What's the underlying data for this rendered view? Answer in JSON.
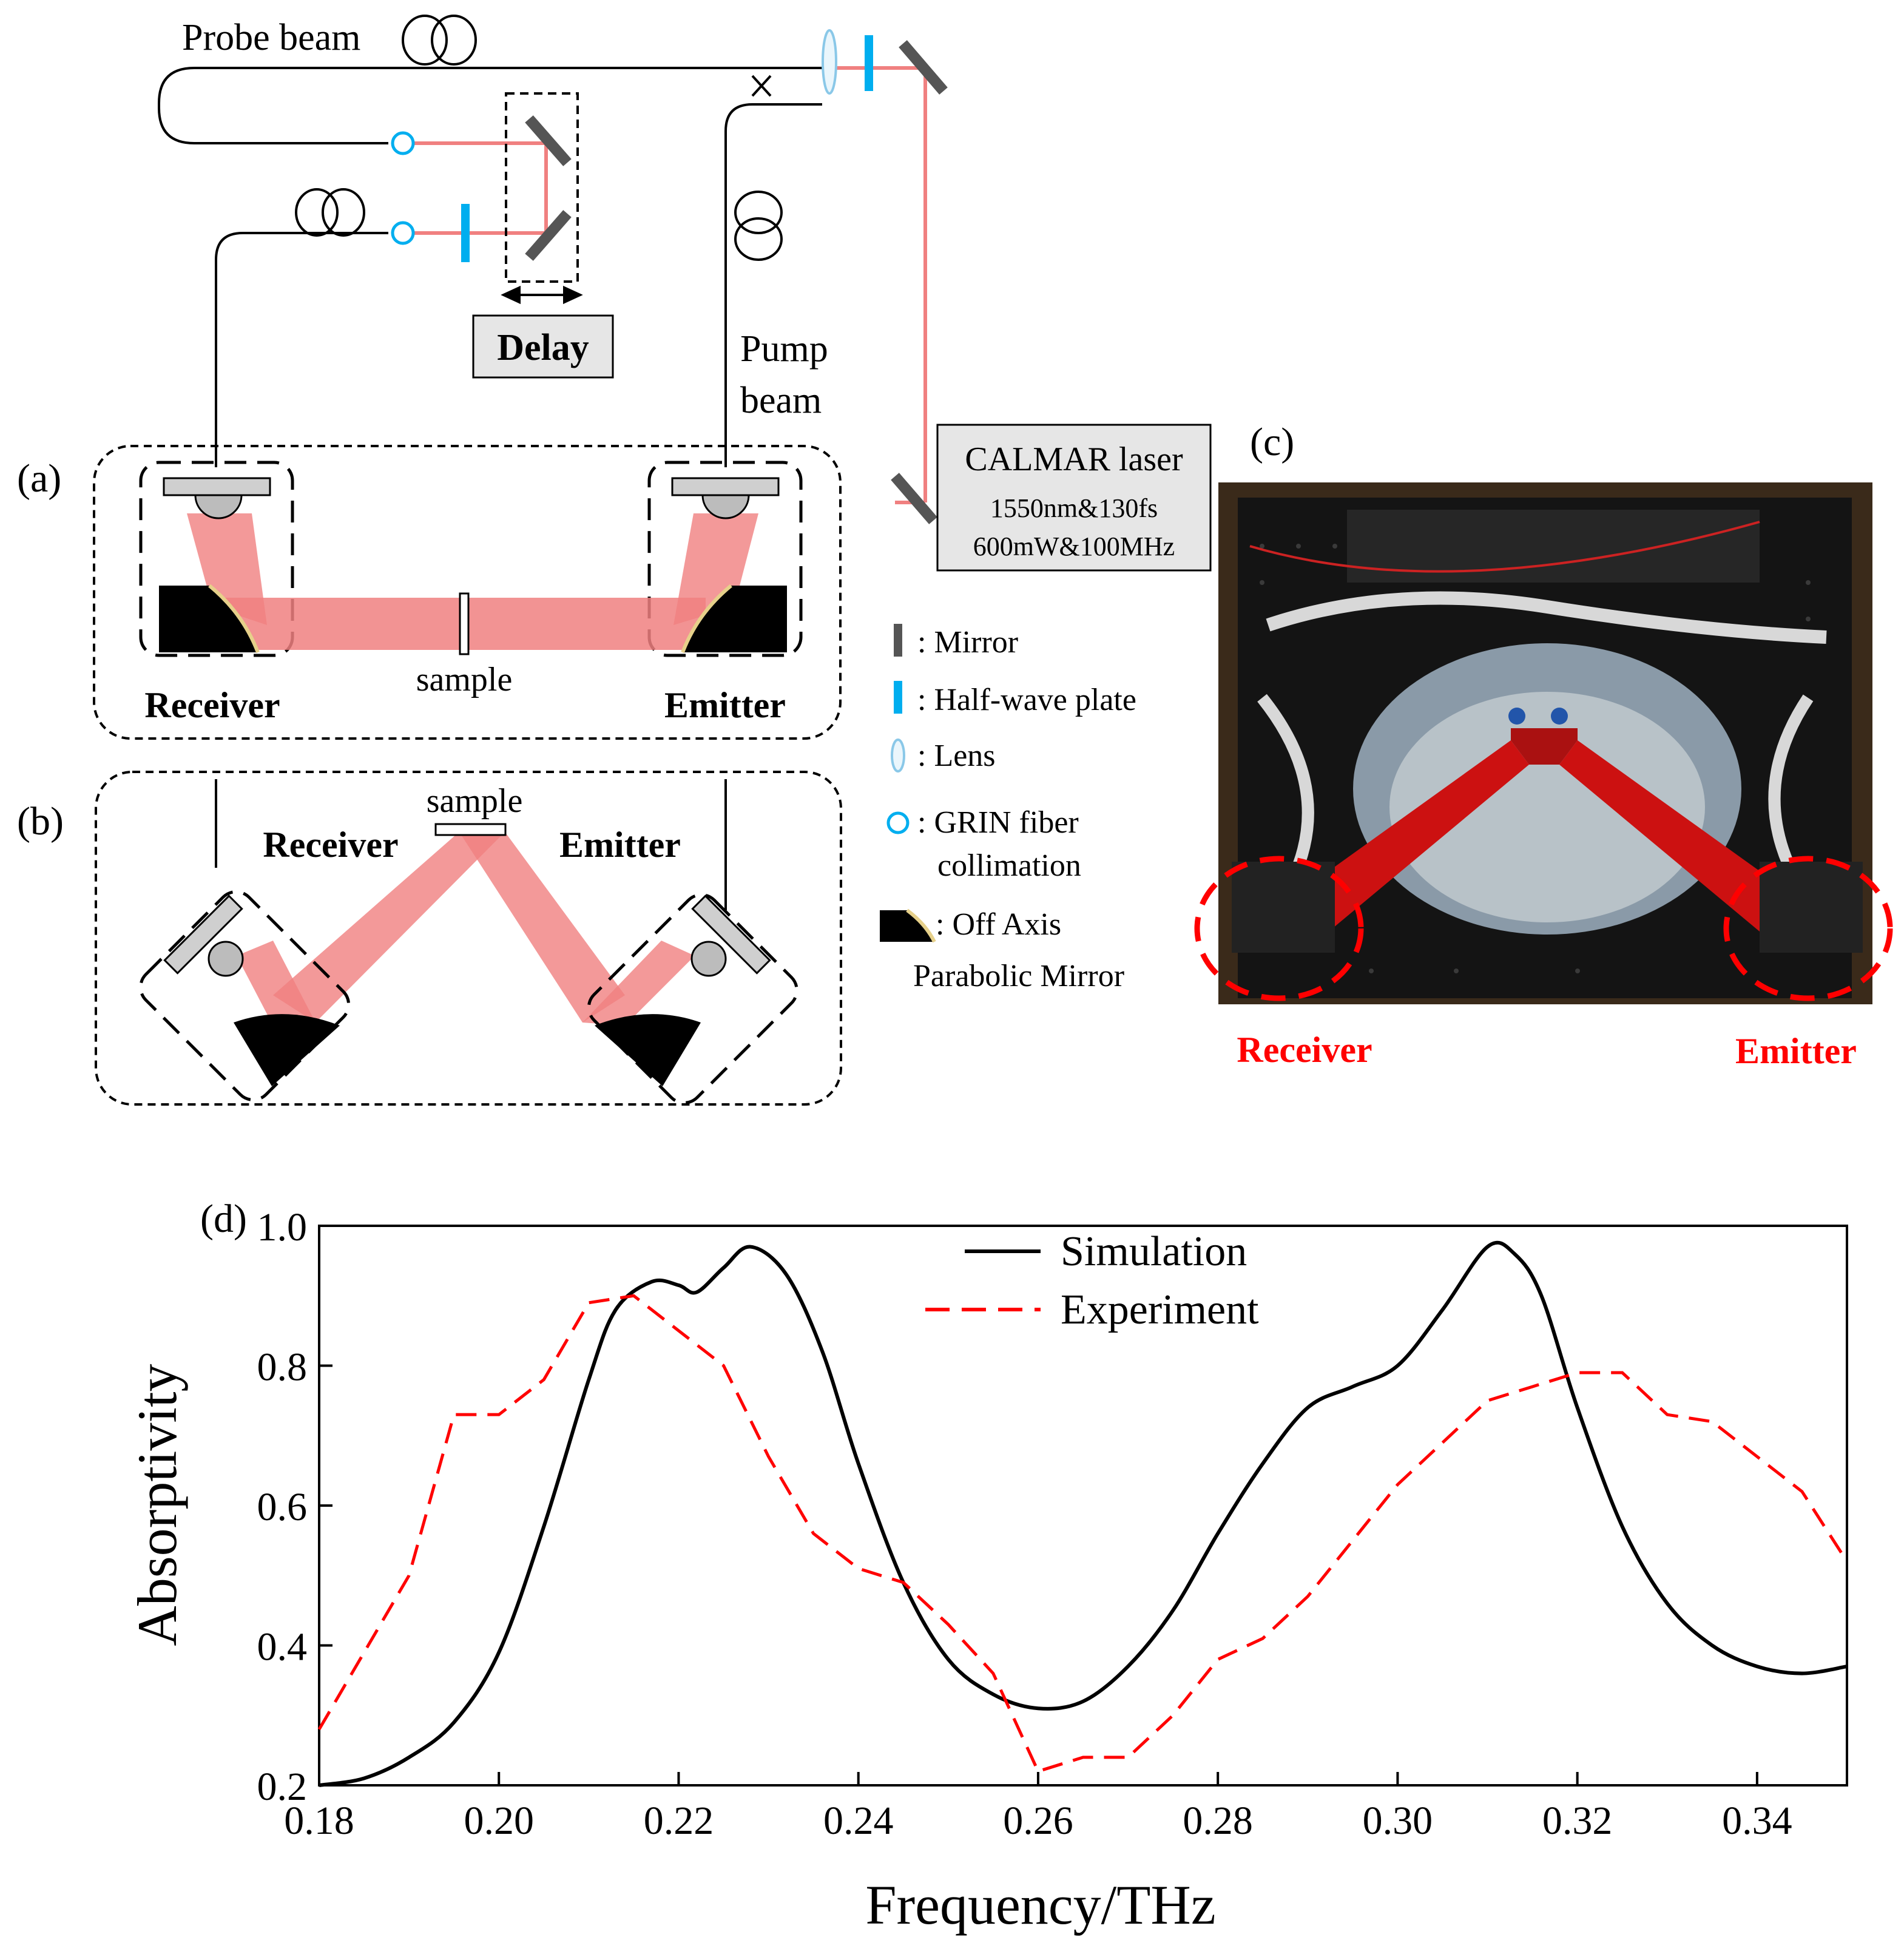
{
  "panel_labels": {
    "a": "(a)",
    "b": "(b)",
    "c": "(c)",
    "d": "(d)"
  },
  "setup": {
    "probe_beam": "Probe beam",
    "pump_beam_line1": "Pump",
    "pump_beam_line2": "beam",
    "delay": "Delay",
    "laser_name": "CALMAR  laser",
    "laser_spec1": "1550nm&130fs",
    "laser_spec2": "600mW&100MHz",
    "receiver": "Receiver",
    "emitter": "Emitter",
    "sample": "sample"
  },
  "legend": {
    "mirror": ": Mirror",
    "half_wave_plate": ": Half-wave plate",
    "lens": ": Lens",
    "grin_line1": ": GRIN fiber",
    "grin_line2": "collimation",
    "oapm_line1": ": Off Axis",
    "oapm_line2": "Parabolic Mirror"
  },
  "photo": {
    "receiver": "Receiver",
    "emitter": "Emitter"
  },
  "colors": {
    "beam": "#f08080",
    "fiber": "#000000",
    "halfwave": "#00aeef",
    "mirror": "#555555",
    "experiment": "#ff0000",
    "simulation": "#000000"
  },
  "chart_data": {
    "type": "line",
    "xlabel": "Frequency/THz",
    "ylabel": "Absorptivity",
    "xlim": [
      0.18,
      0.35
    ],
    "ylim": [
      0.2,
      1.0
    ],
    "xticks": [
      0.18,
      0.2,
      0.22,
      0.24,
      0.26,
      0.28,
      0.3,
      0.32,
      0.34
    ],
    "xtick_labels": [
      "0.18",
      "0.20",
      "0.22",
      "0.24",
      "0.26",
      "0.28",
      "0.30",
      "0.32",
      "0.34"
    ],
    "yticks": [
      0.2,
      0.4,
      0.6,
      0.8,
      1.0
    ],
    "ytick_labels": [
      "0.2",
      "0.4",
      "0.6",
      "0.8",
      "1.0"
    ],
    "legend_position": "top-center",
    "series": [
      {
        "name": "Simulation",
        "style": "solid",
        "x": [
          0.18,
          0.185,
          0.19,
          0.195,
          0.2,
          0.205,
          0.21,
          0.213,
          0.217,
          0.22,
          0.222,
          0.225,
          0.228,
          0.232,
          0.236,
          0.24,
          0.245,
          0.25,
          0.255,
          0.26,
          0.265,
          0.27,
          0.275,
          0.28,
          0.285,
          0.29,
          0.295,
          0.3,
          0.305,
          0.31,
          0.313,
          0.316,
          0.32,
          0.325,
          0.33,
          0.335,
          0.34,
          0.345,
          0.35
        ],
        "y": [
          0.2,
          0.21,
          0.24,
          0.29,
          0.39,
          0.57,
          0.78,
          0.88,
          0.92,
          0.915,
          0.905,
          0.94,
          0.97,
          0.93,
          0.82,
          0.66,
          0.49,
          0.38,
          0.33,
          0.31,
          0.32,
          0.37,
          0.45,
          0.56,
          0.66,
          0.74,
          0.77,
          0.8,
          0.88,
          0.97,
          0.96,
          0.9,
          0.74,
          0.57,
          0.46,
          0.4,
          0.37,
          0.36,
          0.37
        ]
      },
      {
        "name": "Experiment",
        "style": "dashed",
        "x": [
          0.18,
          0.185,
          0.19,
          0.195,
          0.2,
          0.205,
          0.21,
          0.215,
          0.22,
          0.225,
          0.23,
          0.235,
          0.24,
          0.245,
          0.25,
          0.255,
          0.26,
          0.265,
          0.27,
          0.275,
          0.28,
          0.285,
          0.29,
          0.295,
          0.3,
          0.305,
          0.31,
          0.315,
          0.32,
          0.325,
          0.33,
          0.335,
          0.34,
          0.345,
          0.35
        ],
        "y": [
          0.28,
          0.39,
          0.5,
          0.73,
          0.73,
          0.78,
          0.89,
          0.9,
          0.85,
          0.8,
          0.67,
          0.56,
          0.51,
          0.49,
          0.43,
          0.36,
          0.22,
          0.24,
          0.24,
          0.3,
          0.38,
          0.41,
          0.47,
          0.55,
          0.63,
          0.69,
          0.75,
          0.77,
          0.79,
          0.79,
          0.73,
          0.72,
          0.67,
          0.62,
          0.52
        ]
      }
    ]
  }
}
